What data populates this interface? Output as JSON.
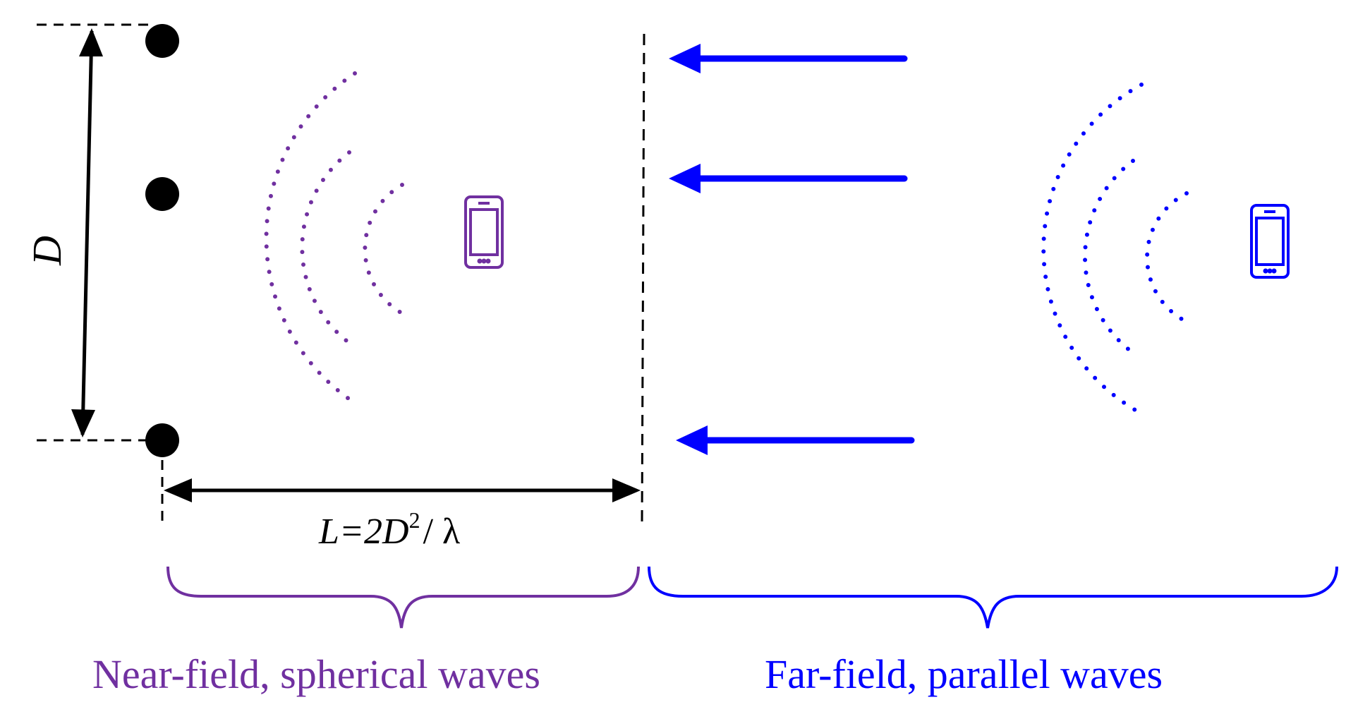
{
  "labels": {
    "d_symbol": "D",
    "length_L": "L",
    "length_eq": "=2D",
    "length_sup": "2",
    "length_tail": "/ λ",
    "near_field": "Near-field, spherical waves",
    "far_field": "Far-field, parallel waves"
  },
  "colors": {
    "near": "#7030a0",
    "far": "#0000ff",
    "ink": "#000000"
  },
  "icons": {
    "near_device": "smartphone-icon",
    "far_device": "smartphone-icon"
  }
}
